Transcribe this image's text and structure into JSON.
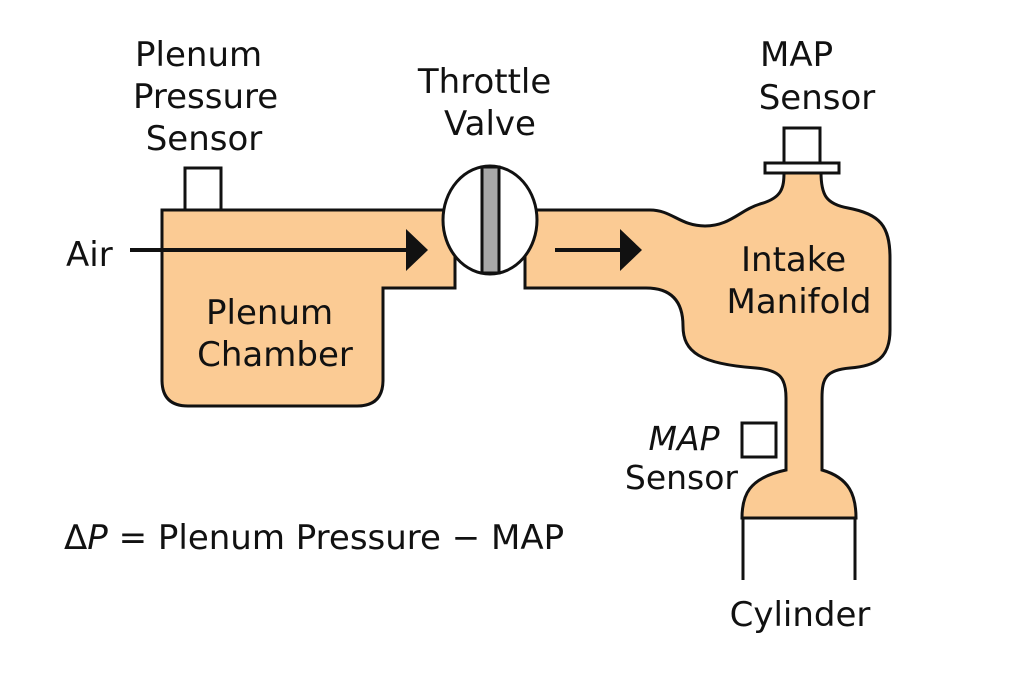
{
  "diagram": {
    "title": "Intake air path: plenum, throttle valve, intake manifold, cylinder",
    "colors": {
      "fluid_fill": "#fbcb94",
      "stroke": "#111111",
      "throttle_plate": "#a8a8a8",
      "background": "#ffffff"
    },
    "labels": {
      "plenum_pressure_sensor": [
        "Plenum",
        "Pressure",
        "Sensor"
      ],
      "throttle_valve": [
        "Throttle",
        "Valve"
      ],
      "map_sensor_top": [
        "MAP",
        "Sensor"
      ],
      "air": "Air",
      "plenum_chamber": [
        "Plenum",
        "Chamber"
      ],
      "intake_manifold": [
        "Intake",
        "Manifold"
      ],
      "map_sensor_runner": [
        "MAP",
        "Sensor"
      ],
      "cylinder": "Cylinder",
      "equation": {
        "delta": "Δ",
        "p": "P",
        "rest": " = Plenum Pressure − MAP"
      }
    },
    "nodes": [
      {
        "id": "plenum-pressure-sensor",
        "type": "sensor"
      },
      {
        "id": "plenum-chamber",
        "type": "chamber"
      },
      {
        "id": "throttle-valve",
        "type": "valve"
      },
      {
        "id": "intake-manifold",
        "type": "manifold"
      },
      {
        "id": "map-sensor-top",
        "type": "sensor"
      },
      {
        "id": "map-sensor-runner",
        "type": "sensor"
      },
      {
        "id": "cylinder",
        "type": "cylinder"
      }
    ],
    "flow": [
      "air-inlet",
      "plenum-chamber",
      "throttle-valve",
      "intake-manifold",
      "cylinder"
    ]
  }
}
